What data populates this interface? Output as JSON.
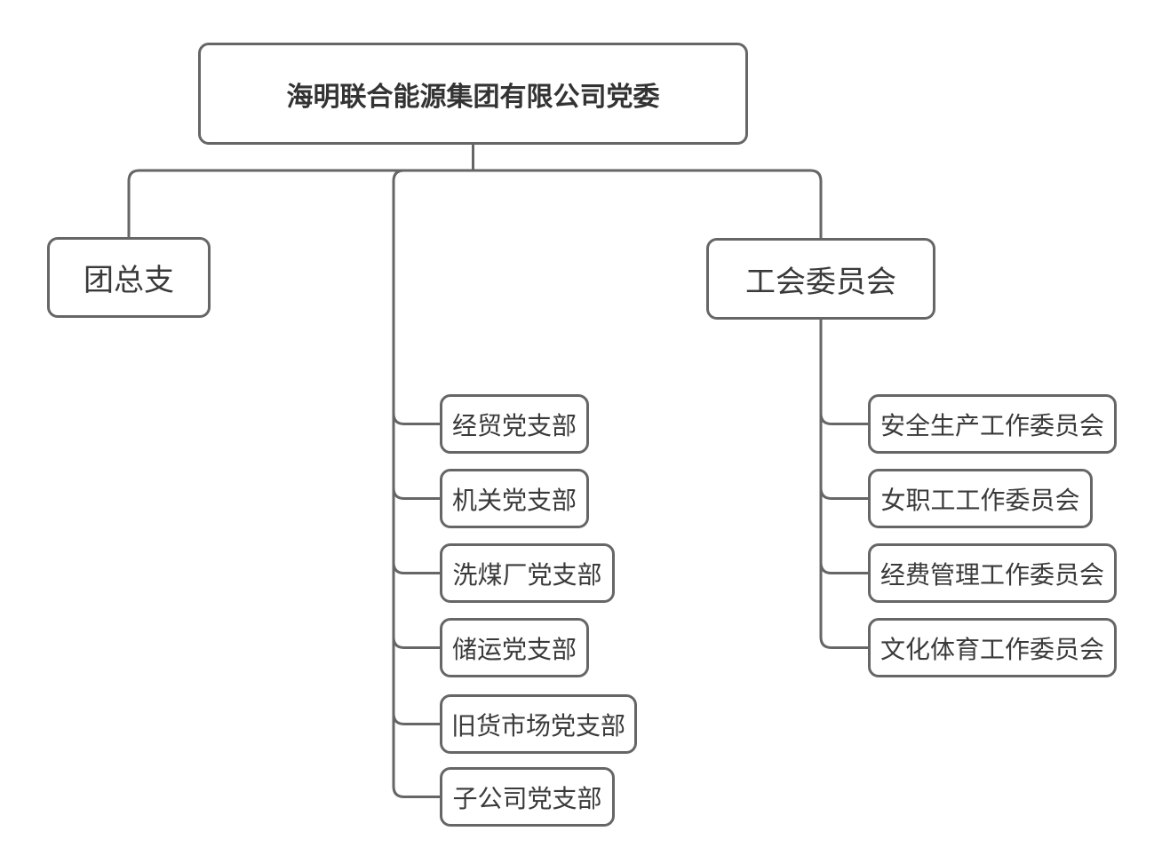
{
  "colors": {
    "border": "#666666",
    "root_text": "#333333",
    "node_text": "#3a3a3a",
    "background": "#ffffff"
  },
  "org_chart": {
    "root": {
      "label": "海明联合能源集团有限公司党委"
    },
    "branches": {
      "youth_league": {
        "label": "团总支"
      },
      "union_committee": {
        "label": "工会委员会"
      }
    },
    "party_branches": [
      {
        "label": "经贸党支部"
      },
      {
        "label": "机关党支部"
      },
      {
        "label": "洗煤厂党支部"
      },
      {
        "label": "储运党支部"
      },
      {
        "label": "旧货市场党支部"
      },
      {
        "label": "子公司党支部"
      }
    ],
    "union_committees": [
      {
        "label": "安全生产工作委员会"
      },
      {
        "label": "女职工工作委员会"
      },
      {
        "label": "经费管理工作委员会"
      },
      {
        "label": "文化体育工作委员会"
      }
    ]
  }
}
